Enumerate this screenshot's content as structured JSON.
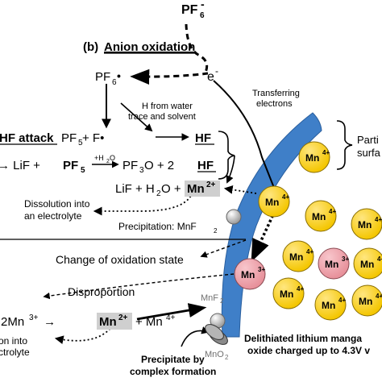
{
  "labels": {
    "pf6_top_base": "PF",
    "pf6_top_sub": "6",
    "pf6_top_sup": "-",
    "section_letter": "(b)",
    "section_title": "Anion oxidation",
    "pf6_radical_base": "PF",
    "pf6_radical_sub": "6",
    "pf6_radical_dot": "•",
    "electron_base": "e",
    "electron_sup": "-",
    "transferring_1": "Transferring",
    "transferring_2": "electrons",
    "h_from_1": "H from water",
    "h_from_2": "trace and solvent",
    "hf_attack": "HF attack",
    "hf_attack_eq_a": "PF",
    "hf_attack_eq_a_sub": "5",
    "hf_attack_eq_b": " + F•",
    "hf_product": "HF",
    "eq2_prefix": "→ LiF + ",
    "eq2_pf5": "PF",
    "eq2_pf5_sub": "5",
    "eq2_h2o_over": "+H",
    "eq2_h2o_over_sub": "2",
    "eq2_h2o_over_tail": "O",
    "eq2_pf3o": "PF",
    "eq2_pf3o_sub": "3",
    "eq2_pf3o_tail": "O + 2",
    "eq2_hf": "HF",
    "eq3_left": "LiF + H",
    "eq3_sub": "2",
    "eq3_mid": "O + ",
    "eq3_mn": "Mn",
    "eq3_mn_sup": "2+",
    "dissolution_1": "Dissolution into",
    "dissolution_2": "an electrolyte",
    "precip_prefix": "Precipitation: MnF",
    "precip_sub": "2",
    "particle_1": "Parti",
    "particle_2": "surfa",
    "change_state": "Change of oxidation state",
    "disproportion": "Disproportion",
    "disp_left": "2Mn",
    "disp_left_sup": "3+",
    "disp_arrow": " →",
    "disp_mn2": "Mn",
    "disp_mn2_sup": "2+",
    "disp_plus": "+ Mn",
    "disp_plus_sup": "4+",
    "mnf2_label": "MnF",
    "mnf2_sub": "2",
    "mno2_label": "MnO",
    "mno2_sub": "2",
    "dissolve_cut_1": "on into",
    "dissolve_cut_2": "ctrolyte",
    "precip_complex_1": "Precipitate by",
    "precip_complex_2": "complex formation",
    "delithiated_1": "Delithiated lithium manga",
    "delithiated_2": "oxide charged up to 4.3V v"
  },
  "ions": {
    "mn4": "Mn",
    "mn4_sup": "4+",
    "mn3": "Mn",
    "mn3_sup": "3+"
  },
  "colors": {
    "mn4_fill": "#f4c600",
    "mn3_fill": "#e7909a",
    "band_fill": "#3f7fc8",
    "highlight_box": "#cfcfcf",
    "gray_text": "#707070"
  }
}
